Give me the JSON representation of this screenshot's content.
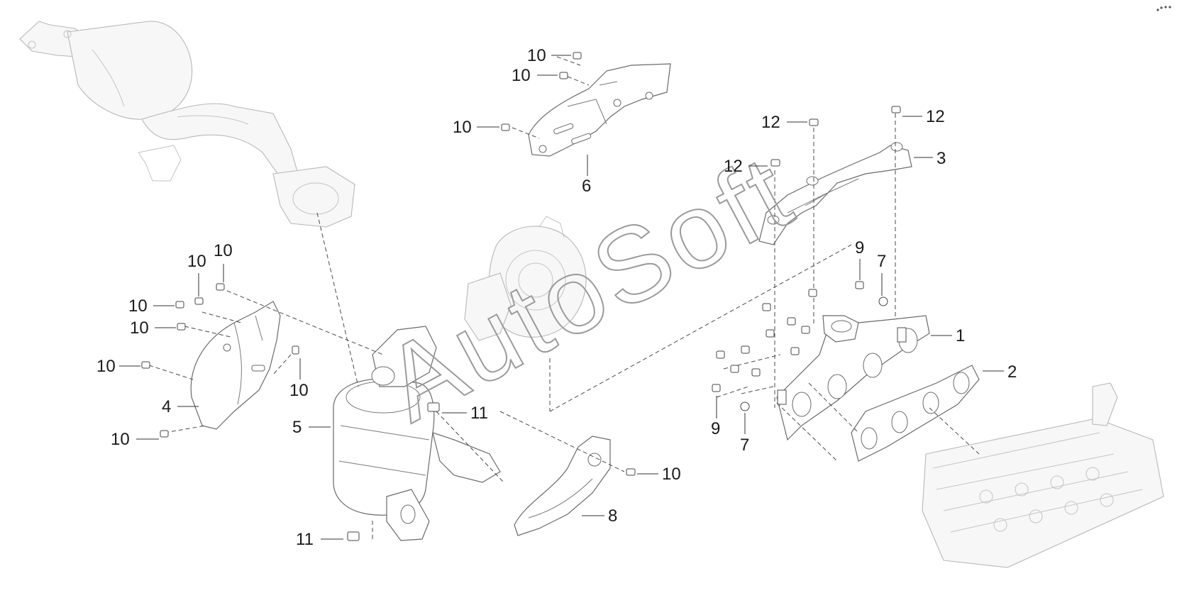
{
  "watermark": "AutoSoft",
  "colors": {
    "line": "#6a6a6a",
    "faint": "#b8b8b8",
    "text": "#1a1a1a",
    "background": "#ffffff"
  },
  "callouts": [
    {
      "id": "c01",
      "label": "10"
    },
    {
      "id": "c02",
      "label": "10"
    },
    {
      "id": "c03",
      "label": "10"
    },
    {
      "id": "c04",
      "label": "6"
    },
    {
      "id": "c05",
      "label": "12"
    },
    {
      "id": "c06",
      "label": "12"
    },
    {
      "id": "c07",
      "label": "12"
    },
    {
      "id": "c08",
      "label": "3"
    },
    {
      "id": "c09",
      "label": "9"
    },
    {
      "id": "c10",
      "label": "7"
    },
    {
      "id": "c11",
      "label": "1"
    },
    {
      "id": "c12",
      "label": "2"
    },
    {
      "id": "c13",
      "label": "9"
    },
    {
      "id": "c14",
      "label": "7"
    },
    {
      "id": "c15",
      "label": "10"
    },
    {
      "id": "c16",
      "label": "10"
    },
    {
      "id": "c17",
      "label": "10"
    },
    {
      "id": "c18",
      "label": "10"
    },
    {
      "id": "c19",
      "label": "10"
    },
    {
      "id": "c20",
      "label": "10"
    },
    {
      "id": "c21",
      "label": "4"
    },
    {
      "id": "c22",
      "label": "10"
    },
    {
      "id": "c23",
      "label": "5"
    },
    {
      "id": "c24",
      "label": "11"
    },
    {
      "id": "c25",
      "label": "10"
    },
    {
      "id": "c26",
      "label": "8"
    },
    {
      "id": "c27",
      "label": "11"
    }
  ]
}
